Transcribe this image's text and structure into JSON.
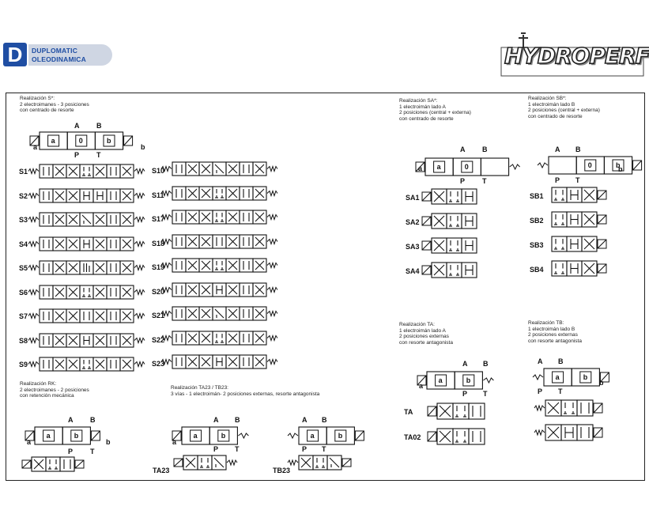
{
  "logos": {
    "duplomatic_badge": "D",
    "duplomatic_line1": "DUPLOMATIC",
    "duplomatic_line2": "OLEODINAMICA",
    "hydroperf": "HYDROPERF"
  },
  "notes": {
    "s": "Realización S*:\n2 electroimanes - 3 posiciones\ncon centrado de resorte",
    "rk": "Realización RK:\n2 electroimanes - 2 posiciones\ncon retención mecánica",
    "ta23": "Realización TA23 / TB23:\n3 vías - 1 electroimán- 2 posiciones externas, resorte antagonista",
    "sa": "Realización SA*:\n1 electroimán lado A\n2 posiciones (central + externa)\ncon centrado de resorte",
    "sb": "Realización SB*:\n1 electroimán lado B\n2 posiciones (central + externa)\ncon centrado de resorte",
    "ta": "Realización TA:\n1 electroimán lado A\n2 posiciones externas\ncon resorte antagonista",
    "tb": "Realización TB:\n1 electroimán lado B\n2 posiciones externas\ncon resorte antagonista"
  },
  "ports": {
    "A": "A",
    "B": "B",
    "P": "P",
    "T": "T",
    "a": "a",
    "b": "b",
    "zero": "0"
  },
  "s_left": [
    "S1",
    "S2",
    "S3",
    "S4",
    "S5",
    "S6",
    "S7",
    "S8",
    "S9"
  ],
  "s_right": [
    "S10",
    "S11",
    "S17",
    "S18",
    "S19",
    "S20",
    "S21",
    "S22",
    "S23"
  ],
  "sa": [
    "SA1",
    "SA2",
    "SA3",
    "SA4"
  ],
  "sb": [
    "SB1",
    "SB2",
    "SB3",
    "SB4"
  ],
  "ta": [
    "TA",
    "TA02"
  ],
  "ta23": [
    "TA23"
  ],
  "tb23": [
    "TB23"
  ]
}
